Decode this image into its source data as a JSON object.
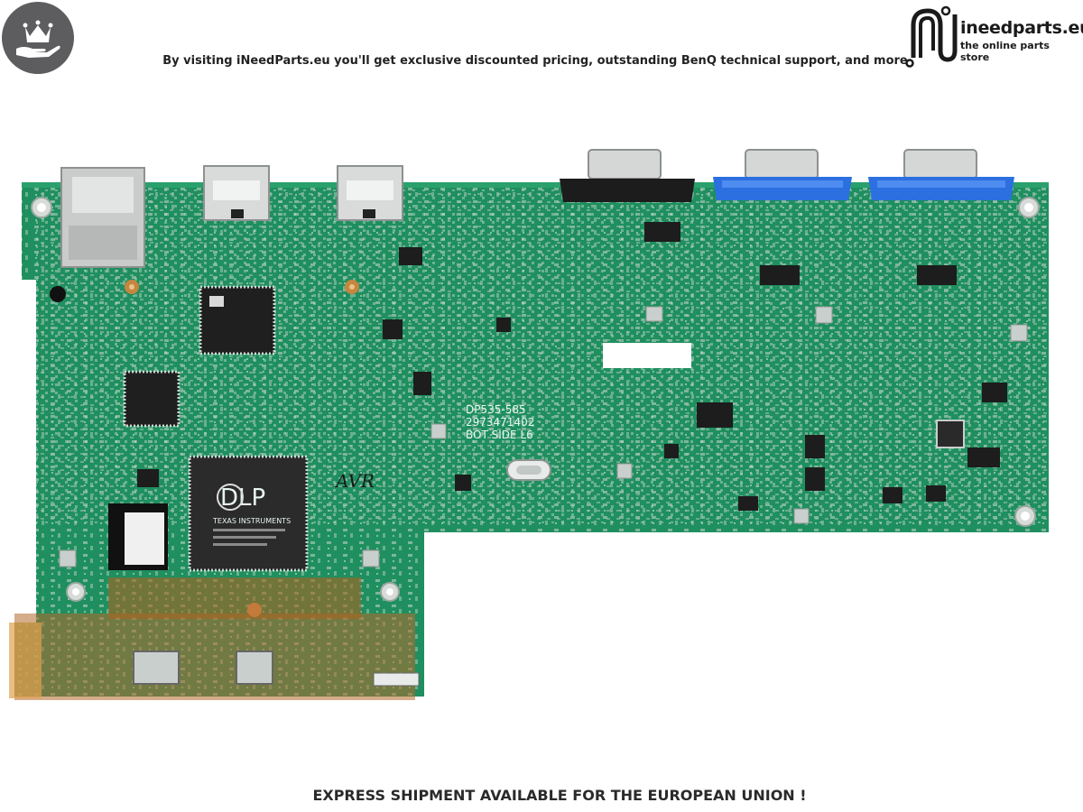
{
  "header": {
    "tagline": "By visiting iNeedParts.eu you'll get exclusive discounted pricing, outstanding BenQ technical support, and more",
    "logo_name": "ineedparts.eu",
    "logo_subtitle": "the online parts store",
    "badge_icon": "crown-hand-icon"
  },
  "board": {
    "silkscreen_model": "DP535-585",
    "silkscreen_partno": "2973471402",
    "silkscreen_side": "BOT SIDE L6",
    "chip_brand": "DLP",
    "chip_maker": "TEXAS INSTRUMENTS",
    "handwriting": "AVR",
    "pcb_color": "#1f8f5f",
    "vga_blue": "#2c6fe0"
  },
  "footer": {
    "banner": "EXPRESS SHIPMENT AVAILABLE FOR THE EUROPEAN UNION !"
  }
}
